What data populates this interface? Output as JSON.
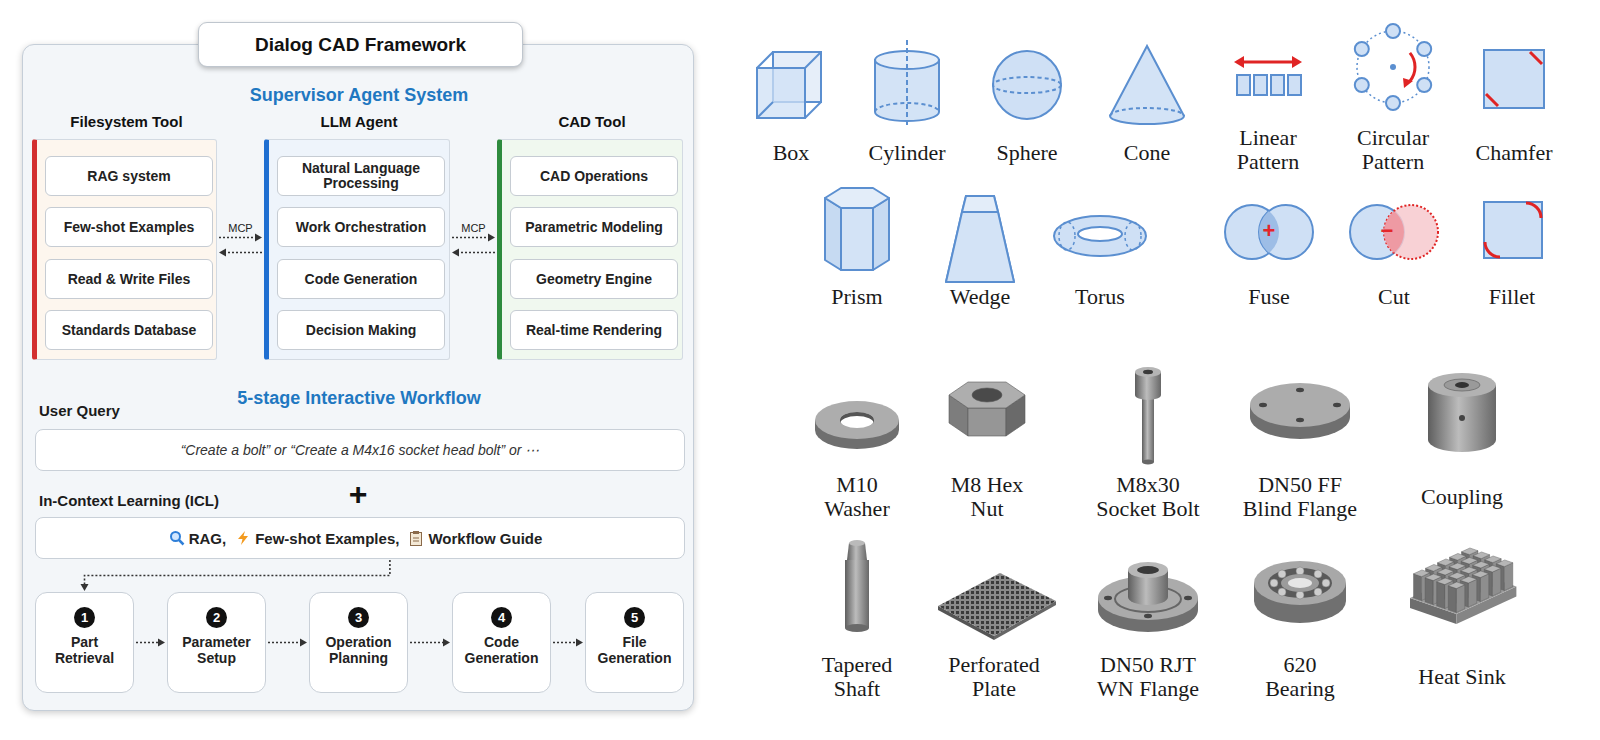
{
  "diagram": {
    "nodes": [
      {
        "text": [
          "Dialog CAD Framework",
          "Supervisor Agent System",
          "5-stage Interactive Workflow",
          "User Query",
          "In-Context Learning (ICL)",
          "+"
        ]
      },
      {
        "text": [
          "Filesystem Tool"
        ],
        "in": 0
      },
      {
        "text": [
          "RAG system"
        ],
        "in": 1
      },
      {
        "text": [
          "Few-shot Examples"
        ],
        "in": 1
      },
      {
        "text": [
          "Read & Write Files"
        ],
        "in": 1
      },
      {
        "text": [
          "Standards Database"
        ],
        "in": 1
      },
      {
        "text": [
          "LLM Agent"
        ],
        "in": 0
      },
      {
        "text": [
          "Natural Language Processing"
        ],
        "in": 6
      },
      {
        "text": [
          "Work Orchestration"
        ],
        "in": 6
      },
      {
        "text": [
          "Code Generation"
        ],
        "in": 6
      },
      {
        "text": [
          "Decision Making"
        ],
        "in": 6
      },
      {
        "text": [
          "CAD Tool"
        ],
        "in": 0
      },
      {
        "text": [
          "CAD Operations"
        ],
        "in": 11
      },
      {
        "text": [
          "Parametric Modeling"
        ],
        "in": 11
      },
      {
        "text": [
          "Geometry Engine"
        ],
        "in": 11
      },
      {
        "text": [
          "Real-time Rendering"
        ],
        "in": 11
      },
      {
        "text": [
          "“Create a bolt” or “Create a M4x16 socket head bolt” or ⋯"
        ],
        "in": 0
      },
      {
        "text": [
          "RAG,",
          "Few-shot Examples,",
          "Workflow Guide"
        ],
        "in": 0
      },
      {
        "text": [
          "1",
          "Part Retrieval"
        ],
        "in": 0
      },
      {
        "text": [
          "2",
          "Parameter Setup"
        ],
        "in": 0
      },
      {
        "text": [
          "3",
          "Operation Planning"
        ],
        "in": 0
      },
      {
        "text": [
          "4",
          "Code Generation"
        ],
        "in": 0
      },
      {
        "text": [
          "5",
          "File Generation"
        ],
        "in": 0
      }
    ],
    "edges": [
      {
        "from": 1,
        "to": 6,
        "arrow": "to",
        "label": "MCP"
      },
      {
        "from": 6,
        "to": 1,
        "arrow": "to"
      },
      {
        "from": 6,
        "to": 11,
        "arrow": "to",
        "label": "MCP"
      },
      {
        "from": 11,
        "to": 6,
        "arrow": "to"
      },
      {
        "from": 17,
        "to": 18,
        "arrow": "to"
      },
      {
        "from": 18,
        "to": 19,
        "arrow": "to"
      },
      {
        "from": 19,
        "to": 20,
        "arrow": "to"
      },
      {
        "from": 20,
        "to": 21,
        "arrow": "to"
      },
      {
        "from": 21,
        "to": 22,
        "arrow": "to"
      }
    ],
    "labels": [
      "Box",
      "Cylinder",
      "Sphere",
      "Cone",
      "Linear Pattern",
      "Circular Pattern",
      "Chamfer",
      "Prism",
      "Wedge",
      "Torus",
      "+",
      "Fuse",
      "−",
      "Cut",
      "Fillet",
      "M10 Washer",
      "M8 Hex Nut",
      "M8x30 Socket Bolt",
      "DN50 FF Blind Flange",
      "Coupling",
      "Tapered Shaft",
      "Perforated Plate",
      "DN50 RJT WN Flange",
      "620 Bearing",
      "Heat Sink"
    ]
  }
}
